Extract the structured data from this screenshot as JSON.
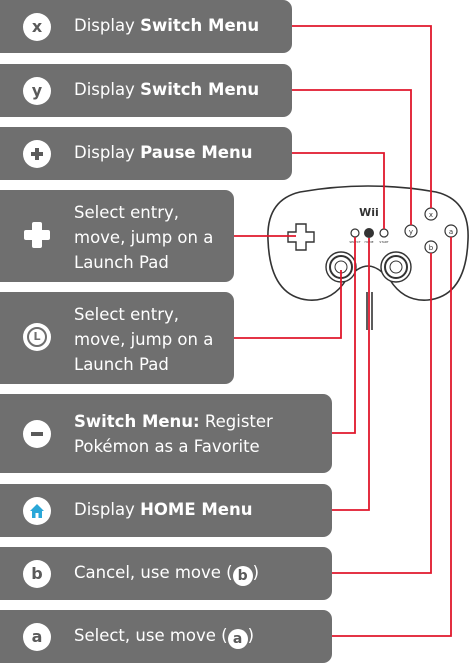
{
  "rows": [
    {
      "icon": "x-button-icon",
      "glyph": "x",
      "text": "Display ",
      "bold": "Switch Menu",
      "tail": ""
    },
    {
      "icon": "y-button-icon",
      "glyph": "y",
      "text": "Display ",
      "bold": "Switch Menu",
      "tail": ""
    },
    {
      "icon": "plus-button-icon",
      "glyph": "+",
      "text": "Display ",
      "bold": "Pause Menu",
      "tail": ""
    },
    {
      "icon": "dpad-icon",
      "line1": "Select entry,",
      "line2": "move, jump on a",
      "line3": "Launch Pad"
    },
    {
      "icon": "left-stick-icon",
      "line1": "Select entry,",
      "line2": "move, jump on a",
      "line3": "Launch Pad"
    },
    {
      "icon": "minus-button-icon",
      "glyph": "−",
      "bold1": "Switch Menu:",
      "rest1": " Register",
      "line2": "Pokémon as a Favorite"
    },
    {
      "icon": "home-button-icon",
      "text": "Display ",
      "bold": "HOME Menu"
    },
    {
      "icon": "b-button-icon",
      "glyph": "b",
      "text": "Cancel, use move (",
      "badge": "b",
      "tail": ")"
    },
    {
      "icon": "a-button-icon",
      "glyph": "a",
      "text": "Select, use move (",
      "badge": "a",
      "tail": ")"
    }
  ],
  "controller": {
    "logo": "Wii",
    "select_label": "SELECT",
    "home_label": "HOME",
    "start_label": "START",
    "face_x": "x",
    "face_y": "y",
    "face_a": "a",
    "face_b": "b"
  },
  "colors": {
    "row_bg": "#6f6f6f",
    "line": "#e0182c",
    "home_blue": "#2aa7d8"
  }
}
